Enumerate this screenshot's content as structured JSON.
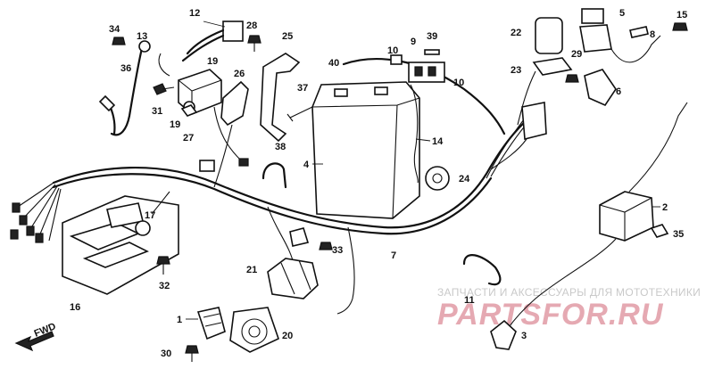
{
  "diagram": {
    "labels": [
      "1",
      "2",
      "3",
      "4",
      "5",
      "6",
      "7",
      "8",
      "9",
      "10",
      "10",
      "11",
      "12",
      "13",
      "14",
      "15",
      "16",
      "17",
      "19",
      "20",
      "21",
      "22",
      "23",
      "24",
      "25",
      "26",
      "27",
      "28",
      "29",
      "30",
      "31",
      "32",
      "33",
      "34",
      "35",
      "36",
      "37",
      "38",
      "39",
      "40"
    ],
    "direction_label": "FWD",
    "watermark_text": "ЗАПЧАСТИ И АКСЕССУАРЫ ДЛЯ МОТОТЕХНИКИ",
    "watermark_logo": "PARTSFOR.RU",
    "colors": {
      "ink": "#111111",
      "watermark_logo": "#e5a9b2",
      "watermark_text": "#c9c9c9"
    }
  }
}
